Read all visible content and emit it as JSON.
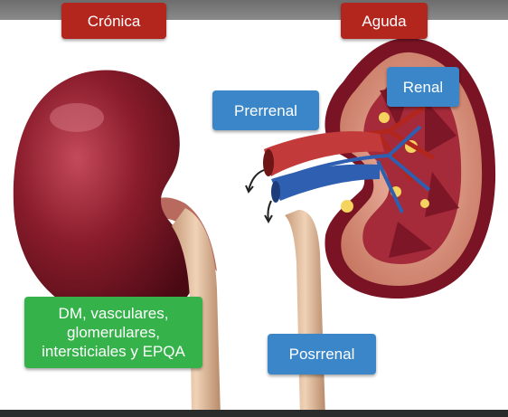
{
  "labels": {
    "cronica": "Crónica",
    "aguda": "Aguda",
    "prerrenal": "Prerrenal",
    "renal": "Renal",
    "posrrenal": "Posrrenal",
    "cronica_causes": "DM, vasculares,\nglomerulares,\nintersticiales y EPQA"
  },
  "colors": {
    "chronic_label": "#b3261e",
    "acute_subtype_label": "#3a86c8",
    "cause_label": "#35b24a",
    "kidney": "#8a1c2b",
    "vein": "#2f5fb0"
  }
}
